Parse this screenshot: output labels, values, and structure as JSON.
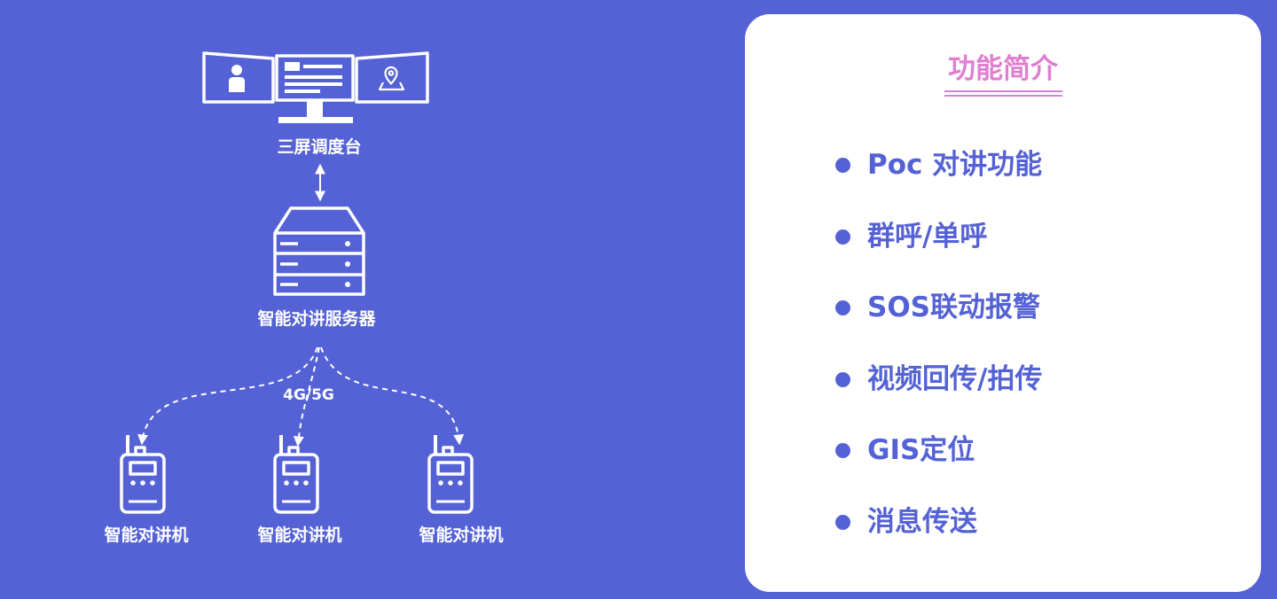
{
  "theme": {
    "background": "#5462d6",
    "card_background": "#ffffff",
    "title_color": "#e07fd0",
    "feature_color": "#5462d6",
    "diagram_line": "#ffffff"
  },
  "diagram": {
    "dispatch_console": {
      "label": "三屏调度台",
      "icon": "triple-monitor-icon",
      "screens": [
        "user-icon",
        "document-icon",
        "map-pin-icon"
      ]
    },
    "server": {
      "label": "智能对讲服务器",
      "icon": "server-rack-icon"
    },
    "network_label": "4G/5G",
    "terminals": [
      {
        "label": "智能对讲机",
        "icon": "walkie-talkie-icon"
      },
      {
        "label": "智能对讲机",
        "icon": "walkie-talkie-icon"
      },
      {
        "label": "智能对讲机",
        "icon": "walkie-talkie-icon"
      }
    ]
  },
  "features": {
    "title": "功能简介",
    "items": [
      {
        "label": "Poc 对讲功能"
      },
      {
        "label": "群呼/单呼"
      },
      {
        "label": "SOS联动报警"
      },
      {
        "label": "视频回传/拍传"
      },
      {
        "label": "GIS定位"
      },
      {
        "label": "消息传送"
      }
    ]
  }
}
